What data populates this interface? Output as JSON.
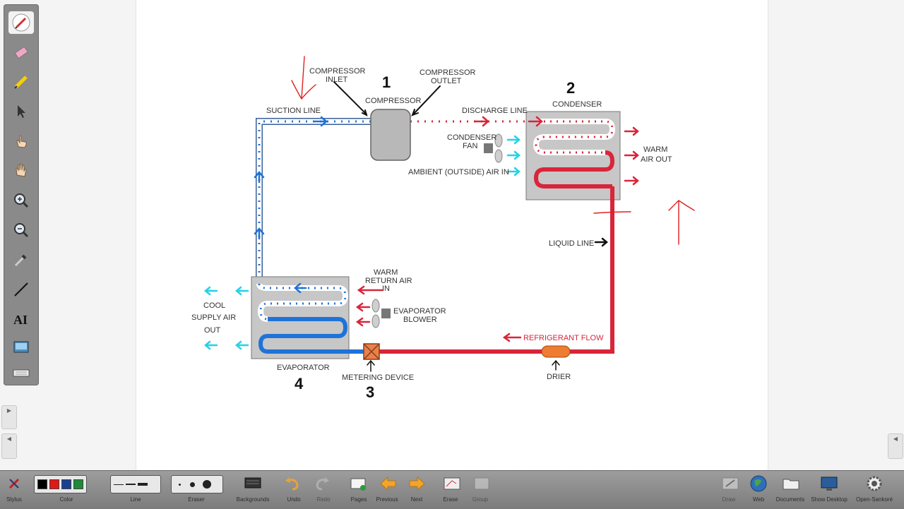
{
  "diagram": {
    "numbers": {
      "n1": "1",
      "n2": "2",
      "n3": "3",
      "n4": "4"
    },
    "labels": {
      "compressor_inlet_1": "COMPRESSOR",
      "compressor_inlet_2": "INLET",
      "compressor_outlet_1": "COMPRESSOR",
      "compressor_outlet_2": "OUTLET",
      "compressor": "COMPRESSOR",
      "suction_line": "SUCTION LINE",
      "discharge_line": "DISCHARGE LINE",
      "condenser": "CONDENSER",
      "condenser_fan_1": "CONDENSER",
      "condenser_fan_2": "FAN",
      "ambient_air": "AMBIENT (OUTSIDE) AIR IN",
      "warm_air_out_1": "WARM",
      "warm_air_out_2": "AIR OUT",
      "liquid_line": "LIQUID LINE",
      "warm_return_1": "WARM",
      "warm_return_2": "RETURN AIR",
      "warm_return_3": "IN",
      "evap_blower_1": "EVAPORATOR",
      "evap_blower_2": "BLOWER",
      "cool_supply_1": "COOL",
      "cool_supply_2": "SUPPLY AIR",
      "cool_supply_3": "OUT",
      "refrigerant_flow": "REFRIGERANT FLOW",
      "evaporator": "EVAPORATOR",
      "metering_device": "METERING DEVICE",
      "drier": "DRIER"
    },
    "colors": {
      "hot": "#d9253a",
      "cold": "#1e73d8",
      "cyan": "#27d0e8",
      "ink": "#111111"
    }
  },
  "left_toolbar": {
    "tools": [
      "stylus-icon",
      "eraser-icon",
      "highlighter-icon",
      "select-arrow-icon",
      "touch-hand-icon",
      "pan-hand-icon",
      "zoom-in-icon",
      "zoom-out-icon",
      "eyedropper-icon",
      "line-icon",
      "text-icon",
      "screen-capture-icon",
      "keyboard-icon"
    ]
  },
  "bottom_toolbar": {
    "stylus": "Stylus",
    "color": "Color",
    "line": "Line",
    "eraser": "Eraser",
    "backgrounds": "Backgrounds",
    "undo": "Undo",
    "redo": "Redo",
    "pages": "Pages",
    "previous": "Previous",
    "next": "Next",
    "erase": "Erase",
    "group": "Group",
    "draw": "Draw",
    "web": "Web",
    "documents": "Documents",
    "show_desktop": "Show Desktop",
    "open_sankore": "Open-Sankoré"
  }
}
